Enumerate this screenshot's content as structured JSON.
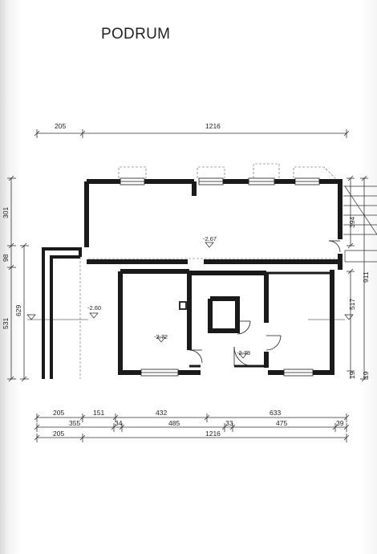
{
  "title": "PODRUM",
  "top_dims": {
    "left": "205",
    "total": "1216"
  },
  "left_dims": {
    "d301": "301",
    "d98": "98",
    "d531": "531",
    "d629": "629"
  },
  "right_dims": {
    "d394": "394",
    "d911": "911",
    "d517": "517",
    "d19a": "19",
    "d19b": "19"
  },
  "bottom_row1": [
    "205",
    "151",
    "432",
    "633"
  ],
  "bottom_row2": [
    "355",
    "34",
    "485",
    "33",
    "475",
    "39"
  ],
  "bottom_row3": [
    "205",
    "1216"
  ],
  "levels": {
    "upper_room": "-2.67",
    "left_strip": "-2.60",
    "room_left": "-2.72",
    "hall": "-2.78"
  }
}
